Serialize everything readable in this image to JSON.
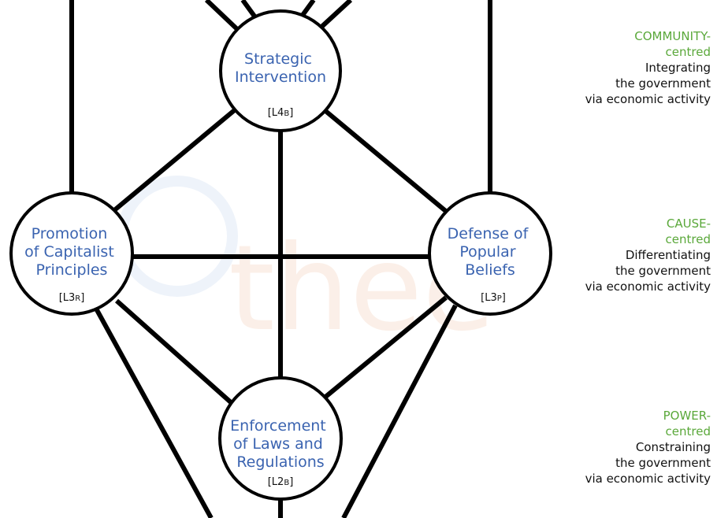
{
  "nodes": {
    "top": {
      "title_lines": [
        "Strategic",
        "Intervention"
      ],
      "code_prefix": "[L4",
      "code_suffix": "B",
      "code_close": "]"
    },
    "left": {
      "title_lines": [
        "Promotion",
        "of Capitalist",
        "Principles"
      ],
      "code_prefix": "[L3",
      "code_suffix": "R",
      "code_close": "]"
    },
    "right": {
      "title_lines": [
        "Defense of",
        "Popular",
        "Beliefs"
      ],
      "code_prefix": "[L3",
      "code_suffix": "P",
      "code_close": "]"
    },
    "bottom": {
      "title_lines": [
        "Enforcement",
        "of Laws and",
        "Regulations"
      ],
      "code_prefix": "[L2",
      "code_suffix": "B",
      "code_close": "]"
    }
  },
  "bands": [
    {
      "category_line1": "COMMUNITY-",
      "category_line2": "centred",
      "description_lines": [
        "Integrating",
        "the government",
        "via economic activity"
      ]
    },
    {
      "category_line1": "CAUSE-",
      "category_line2": "centred",
      "description_lines": [
        "Differentiating",
        "the government",
        "via economic activity"
      ]
    },
    {
      "category_line1": "POWER-",
      "category_line2": "centred",
      "description_lines": [
        "Constraining",
        "the government",
        "via economic activity"
      ]
    }
  ],
  "watermark": {
    "text": "thee"
  },
  "colors": {
    "title": "#3a63b0",
    "category": "#5aa83a",
    "line": "#000000"
  }
}
